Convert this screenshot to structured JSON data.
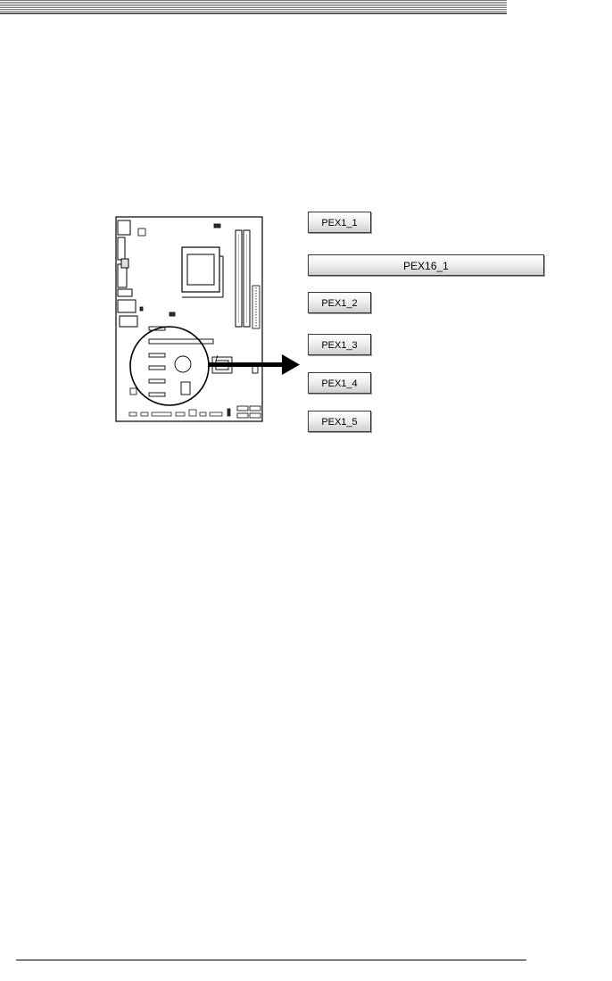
{
  "slots": {
    "pex1_1": "PEX1_1",
    "pex16_1": "PEX16_1",
    "pex1_2": "PEX1_2",
    "pex1_3": "PEX1_3",
    "pex1_4": "PEX1_4",
    "pex1_5": "PEX1_5"
  }
}
